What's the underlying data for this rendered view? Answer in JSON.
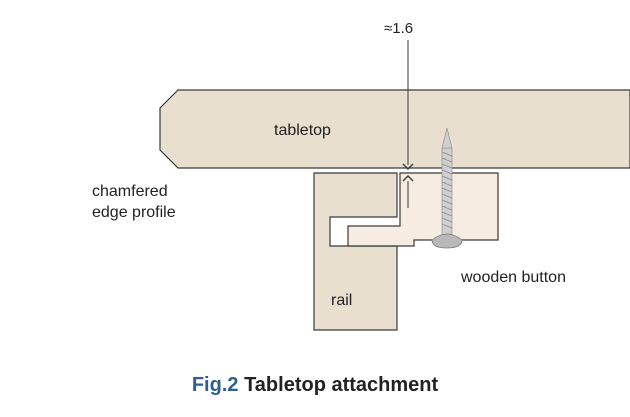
{
  "dimension": {
    "text": "≈1.6"
  },
  "labels": {
    "tabletop": "tabletop",
    "chamfer_line1": "chamfered",
    "chamfer_line2": "edge profile",
    "wooden_button": "wooden button",
    "rail": "rail"
  },
  "caption": {
    "number": "Fig.2",
    "title": "Tabletop attachment"
  },
  "colors": {
    "tabletop_fill": "#e8dfce",
    "rail_fill": "#e8dfce",
    "button_fill": "#f6eade",
    "outline": "#3a3a3a",
    "screw_fill": "#c9c9c9",
    "caption_accent": "#2f5f8f"
  }
}
